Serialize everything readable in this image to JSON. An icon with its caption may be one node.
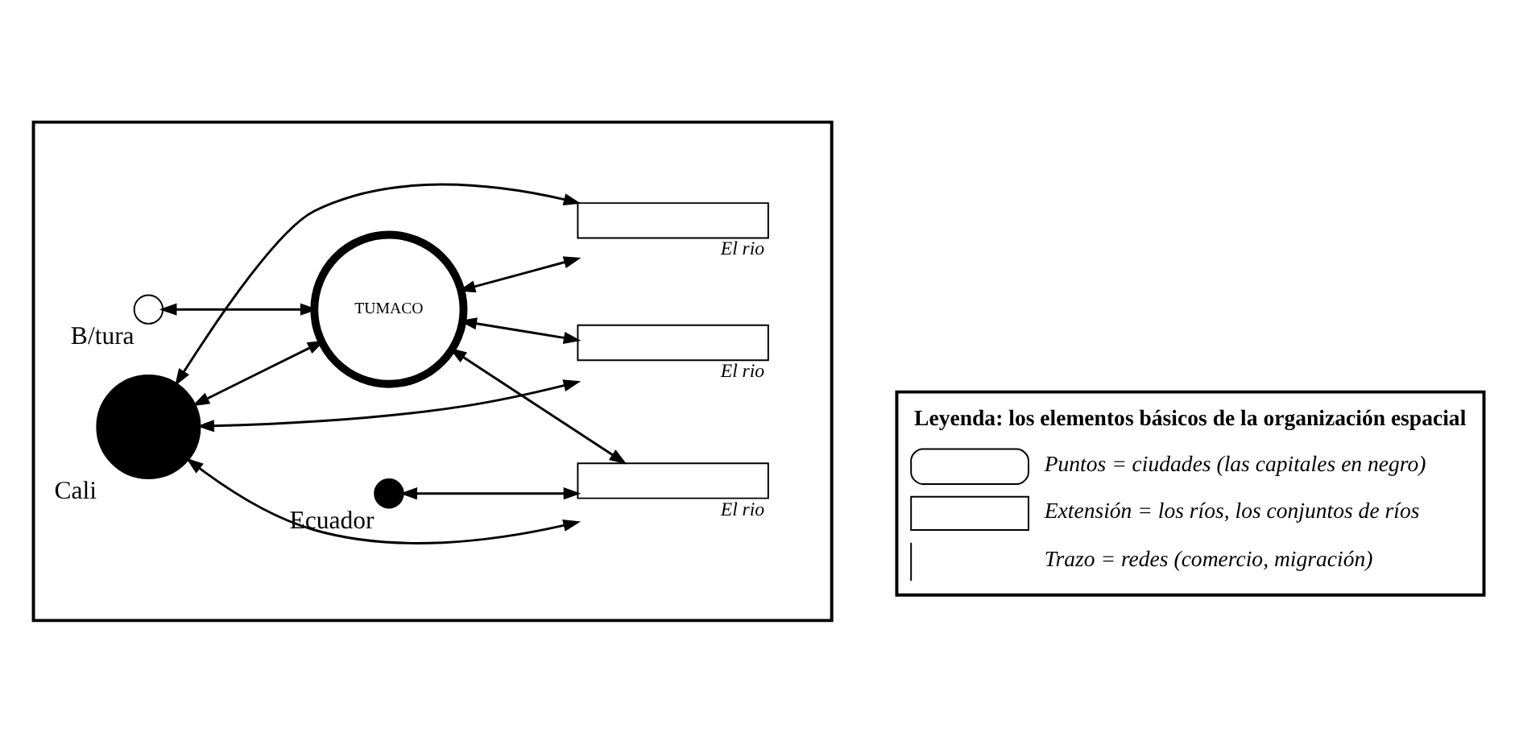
{
  "diagram": {
    "nodes": [
      {
        "text": [],
        "shape": "circle",
        "beside": [
          "B/tura"
        ],
        "in": 7
      },
      {
        "text": [],
        "shape": "circle",
        "beside": [
          "Cali"
        ],
        "in": 7
      },
      {
        "text": [
          "TUMACO"
        ],
        "in": 7
      },
      {
        "text": [],
        "shape": "box",
        "beside": [
          "El rio"
        ],
        "in": 7
      },
      {
        "text": [],
        "shape": "box",
        "beside": [
          "El rio"
        ],
        "in": 7
      },
      {
        "text": [],
        "shape": "box",
        "beside": [
          "El rio"
        ],
        "in": 7
      },
      {
        "text": [],
        "shape": "circle",
        "beside": [
          "Ecuador"
        ],
        "in": 7
      },
      {
        "text": [],
        "shape": "box"
      }
    ],
    "edges": [
      {
        "from": 0,
        "to": 2,
        "arrow": "both"
      },
      {
        "from": 1,
        "to": 2,
        "arrow": "both"
      },
      {
        "from": 1,
        "to": 3,
        "arrow": "both"
      },
      {
        "from": 1,
        "to": 4,
        "arrow": "both"
      },
      {
        "from": 1,
        "to": 5,
        "arrow": "both"
      },
      {
        "from": 2,
        "to": 3,
        "arrow": "both"
      },
      {
        "from": 2,
        "to": 4,
        "arrow": "both"
      },
      {
        "from": 2,
        "to": 5,
        "arrow": "both"
      },
      {
        "from": 6,
        "to": 5,
        "arrow": "both"
      }
    ],
    "labels": [
      "Leyenda: los elementos básicos de la organización espacial"
    ],
    "legend": [
      {
        "text": "Puntos = ciudades (las capitales en negro)"
      },
      {
        "text": "Extensión = los ríos, los conjuntos de ríos"
      },
      {
        "text": "Trazo = redes (comercio, migración)"
      }
    ]
  }
}
